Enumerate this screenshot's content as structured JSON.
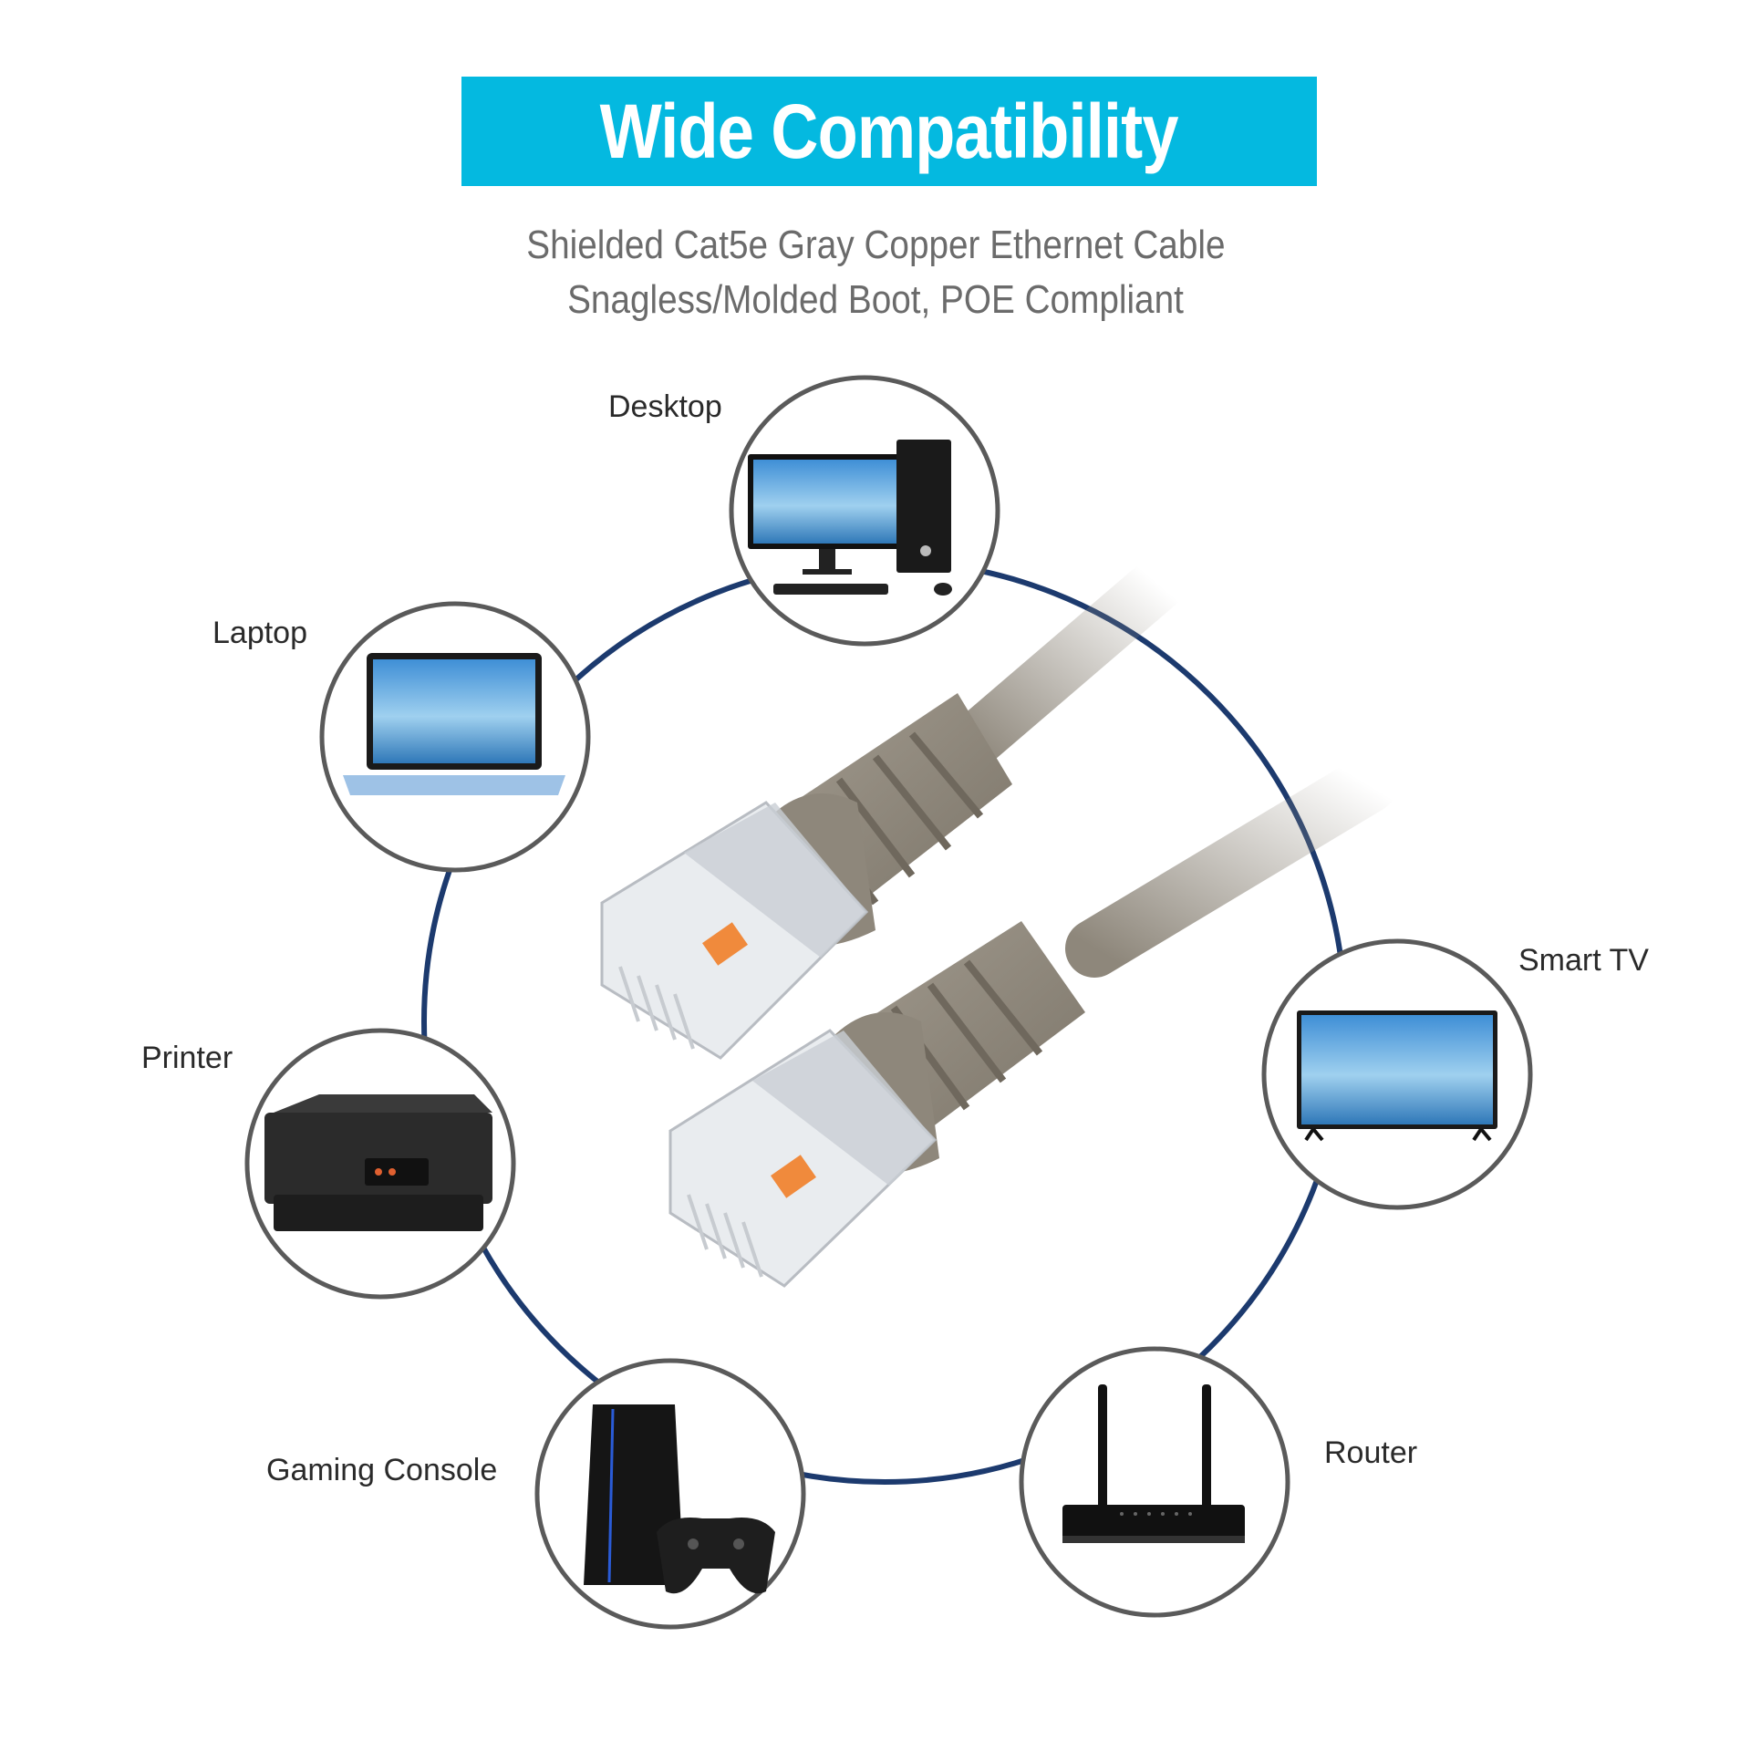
{
  "header": {
    "title": "Wide Compatibility",
    "subtitle_line1": "Shielded Cat5e Gray Copper Ethernet Cable",
    "subtitle_line2": "Snagless/Molded Boot, POE Compliant"
  },
  "devices": [
    {
      "label": "Desktop",
      "icon": "desktop-computer-icon"
    },
    {
      "label": "Laptop",
      "icon": "laptop-icon"
    },
    {
      "label": "Printer",
      "icon": "printer-icon"
    },
    {
      "label": "Gaming Console",
      "icon": "gaming-console-icon"
    },
    {
      "label": "Router",
      "icon": "router-icon"
    },
    {
      "label": "Smart TV",
      "icon": "smart-tv-icon"
    }
  ],
  "colors": {
    "banner": "#04b9e0",
    "ring": "#1c3a6e",
    "circle_border": "#5a5a5a",
    "cable": "#8e877b"
  }
}
